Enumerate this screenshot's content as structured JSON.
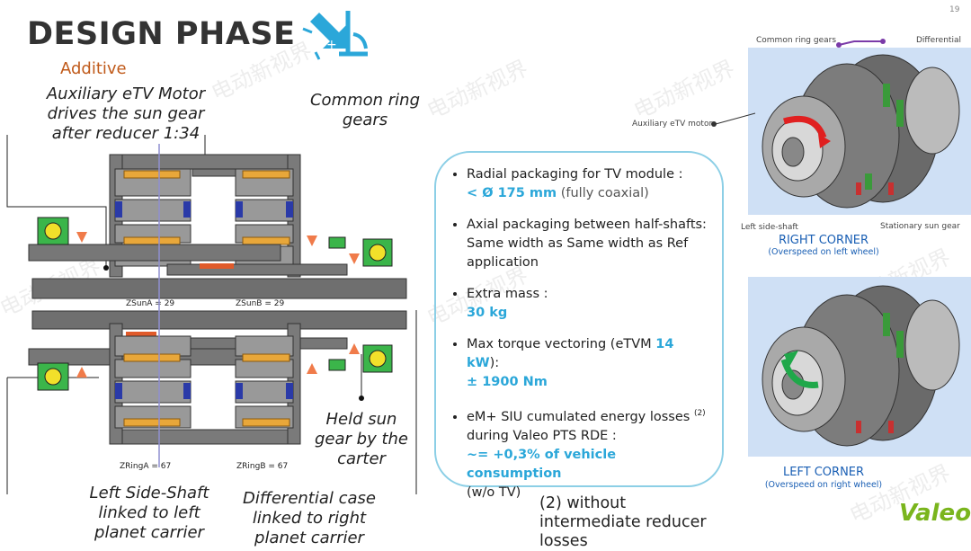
{
  "page": {
    "title": "DESIGN PHASE",
    "subtitle": "Additive",
    "number": "19"
  },
  "diagram": {
    "label_motor": "Auxiliary eTV Motor drives the sun gear after reducer 1:34",
    "label_ring": "Common ring gears",
    "label_held": "Held sun gear by the carter",
    "label_left_shaft": "Left Side-Shaft linked to left planet carrier",
    "label_diff": "Differential case linked to right planet carrier",
    "zsun_a": "ZSunA = 29",
    "zsun_b": "ZSunB = 29",
    "zring_a": "ZRingA = 67",
    "zring_b": "ZRingB = 67"
  },
  "bullets": {
    "b1_text": "Radial packaging for TV module :",
    "b1_hl": "< Ø 175 mm",
    "b1_tail": "(fully coaxial)",
    "b2_text": "Axial packaging between half-shafts: Same width as  Same width as Ref application",
    "b3_text": "Extra mass :",
    "b3_hl": "30 kg",
    "b4_text": "Max torque vectoring (eTVM",
    "b4_hl_inline": "14 kW",
    "b4_text_end": "):",
    "b4_hl": "± 1900 Nm",
    "b5_text": "eM+ SIU cumulated energy losses",
    "b5_sup": "(2)",
    "b5_text2": "during Valeo PTS RDE :",
    "b5_hl": "~= +0,3% of vehicle consumption",
    "b5_tail": "(w/o TV)"
  },
  "footnote": "(2) without intermediate reducer losses",
  "right_corner": {
    "title": "RIGHT CORNER",
    "subtitle": "(Overspeed on left wheel)",
    "lbl_ring": "Common ring gears",
    "lbl_diff": "Differential",
    "lbl_motor": "Auxiliary eTV motor",
    "lbl_shaft": "Left side-shaft",
    "lbl_sun": "Stationary sun gear"
  },
  "left_corner": {
    "title": "LEFT CORNER",
    "subtitle": "(Overspeed on right wheel)"
  },
  "watermark": "电动新视界",
  "brand": "Valeo",
  "colors": {
    "accent": "#2ba7d9",
    "subtitle": "#c05a1a",
    "corner": "#1a5fb4",
    "brand": "#7ab51d"
  }
}
